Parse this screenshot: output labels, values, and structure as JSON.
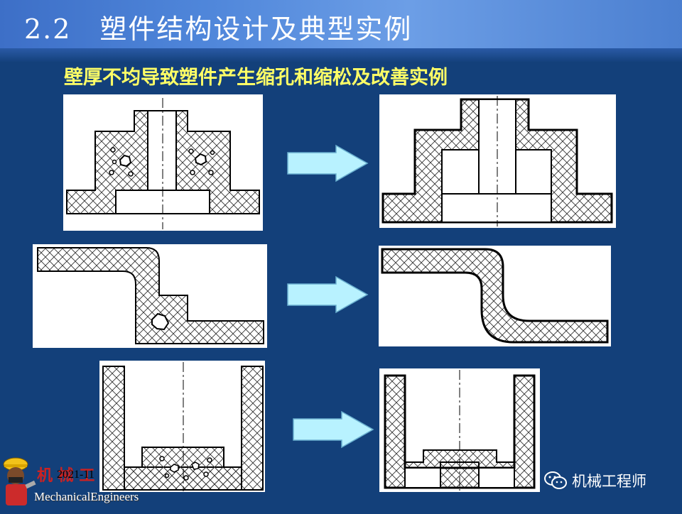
{
  "header": {
    "title": "2.2　塑件结构设计及典型实例",
    "subtitle": "壁厚不均导致塑件产生缩孔和缩松及改善实例"
  },
  "examples": [
    {
      "before": "boss-thick-wall-with-voids",
      "after": "boss-uniform-wall"
    },
    {
      "before": "bent-plate-thick-corner-with-void",
      "after": "bent-plate-uniform"
    },
    {
      "before": "cup-thick-bottom-with-voids",
      "after": "cup-uniform-bottom"
    }
  ],
  "footer": {
    "logo_cn": "机 械 工",
    "logo_en": "MechanicalEngineers",
    "date": "2021-11",
    "watermark": "机械工程师"
  },
  "colors": {
    "background": "#13407a",
    "subtitle": "#ffff66",
    "arrow": "#b8f2ff",
    "hatch": "#333333"
  },
  "icons": {
    "arrow": "right-arrow-icon",
    "mascot": "engineer-mascot-icon",
    "watermark": "wechat-icon"
  }
}
